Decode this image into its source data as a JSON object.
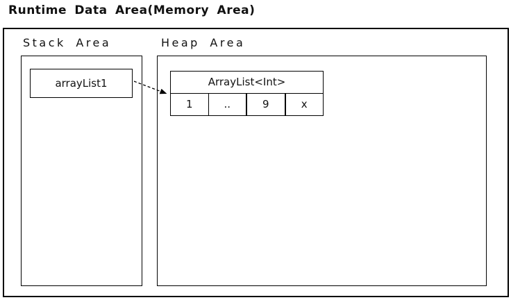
{
  "diagram": {
    "title": "Runtime Data Area(Memory Area)",
    "stack_area": {
      "label": "Stack Area",
      "variable_box": {
        "label": "arrayList1"
      }
    },
    "heap_area": {
      "label": "Heap Area",
      "object_table": {
        "header": "ArrayList<Int>",
        "cells": [
          "1",
          "..",
          "9",
          "x"
        ]
      }
    },
    "arrow": {
      "style": "dashed",
      "from": "arrayList1",
      "to": "ArrayList<Int>"
    },
    "colors": {
      "line": "#000000",
      "background": "#ffffff",
      "text": "#111111"
    }
  }
}
